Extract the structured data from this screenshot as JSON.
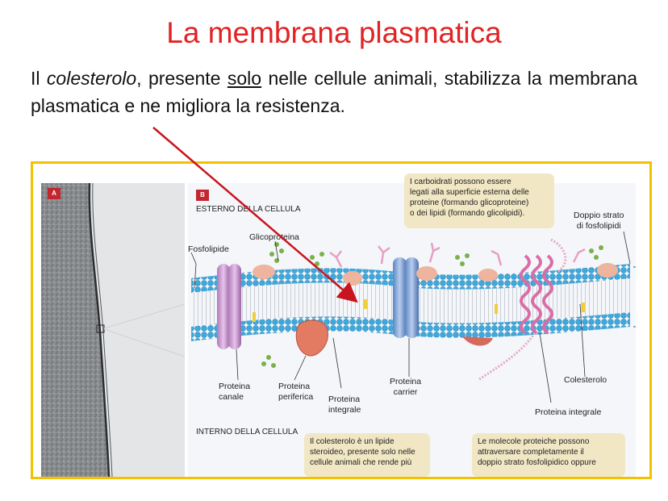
{
  "title": "La membrana plasmatica",
  "intro": {
    "word1": "Il ",
    "word_italic": "colesterolo",
    "word2": ", presente ",
    "word_underlined": "solo",
    "word3": " nelle cellule animali, stabilizza la membrana plasmatica e ne migliora la resistenza."
  },
  "figure": {
    "panel_a": "A",
    "panel_b": "B",
    "outside_label": "ESTERNO DELLA CELLULA",
    "inside_label": "INTERNO DELLA CELLULA",
    "labels": {
      "fosfolipide": "Fosfolipide",
      "glicoproteina": "Glicoproteina",
      "doppio_strato_1": "Doppio strato",
      "doppio_strato_2": "di fosfolipidi",
      "proteina_canale_1": "Proteina",
      "proteina_canale_2": "canale",
      "proteina_periferica_1": "Proteina",
      "proteina_periferica_2": "periferica",
      "proteina_integrale_1": "Proteina",
      "proteina_integrale_2": "integrale",
      "proteina_carrier_1": "Proteina",
      "proteina_carrier_2": "carrier",
      "colesterolo": "Colesterolo",
      "proteina_integrale_right": "Proteina integrale"
    },
    "box_carbo": [
      "I carboidrati possono essere",
      "legati alla superficie esterna delle",
      "proteine (formando glicoproteine)",
      "o dei lipidi (formando glicolipidi)."
    ],
    "box_colesterolo": [
      "Il colesterolo è un lipide",
      "steroideo, presente solo nelle",
      "cellule animali che rende più"
    ],
    "box_molecole": [
      "Le molecole proteiche possono",
      "attraversare completamente il",
      "doppio strato fosfolipidico oppure"
    ]
  },
  "colors": {
    "title": "#e02424",
    "arrow": "#c8141e",
    "frame": "#f2c200",
    "box": "#f1e7c4"
  }
}
